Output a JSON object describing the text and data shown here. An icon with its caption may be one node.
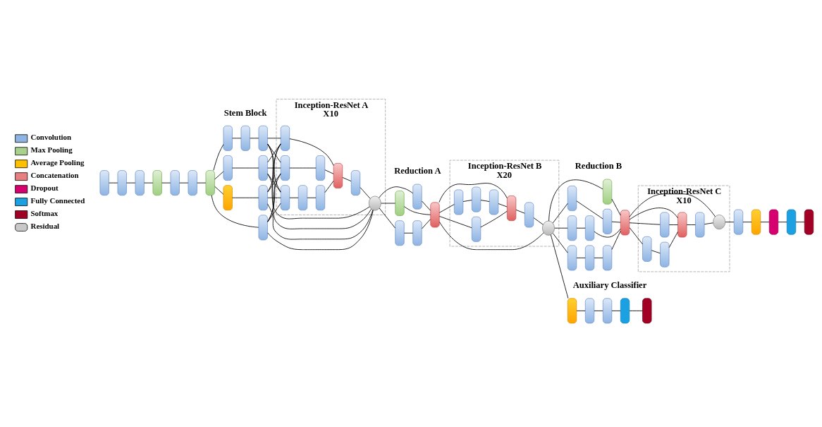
{
  "diagram": {
    "nodes": [
      {
        "text": [],
        "shape": "box"
      },
      {
        "text": [],
        "shape": "box"
      },
      {
        "text": [],
        "shape": "box"
      },
      {
        "text": [],
        "shape": "box"
      },
      {
        "text": [],
        "shape": "box"
      },
      {
        "text": [],
        "shape": "box"
      },
      {
        "text": [],
        "shape": "box"
      },
      {
        "text": [],
        "shape": "box"
      },
      {
        "text": [],
        "shape": "box"
      },
      {
        "text": [],
        "shape": "box"
      },
      {
        "text": [],
        "shape": "box"
      },
      {
        "text": [],
        "shape": "box"
      },
      {
        "text": [],
        "shape": "box"
      },
      {
        "text": [],
        "shape": "box"
      },
      {
        "text": [],
        "shape": "box"
      },
      {
        "text": [
          "Inception-ResNet A",
          "X10"
        ]
      },
      {
        "text": [],
        "shape": "box",
        "in": 15
      },
      {
        "text": [],
        "shape": "box",
        "in": 15
      },
      {
        "text": [],
        "shape": "box",
        "in": 15
      },
      {
        "text": [],
        "shape": "box",
        "in": 15
      },
      {
        "text": [],
        "shape": "box",
        "in": 15
      },
      {
        "text": [],
        "shape": "box",
        "in": 15
      },
      {
        "text": [],
        "shape": "box",
        "in": 15
      },
      {
        "text": [],
        "shape": "box",
        "in": 15
      },
      {
        "text": [],
        "shape": "circle",
        "in": 15
      },
      {
        "text": [],
        "shape": "box"
      },
      {
        "text": [],
        "shape": "box"
      },
      {
        "text": [],
        "shape": "box"
      },
      {
        "text": [],
        "shape": "box"
      },
      {
        "text": [],
        "shape": "box"
      },
      {
        "text": [
          "Inception-ResNet B",
          "X20"
        ]
      },
      {
        "text": [],
        "shape": "box",
        "in": 30
      },
      {
        "text": [],
        "shape": "box",
        "in": 30
      },
      {
        "text": [],
        "shape": "box",
        "in": 30
      },
      {
        "text": [],
        "shape": "box",
        "in": 30
      },
      {
        "text": [],
        "shape": "box",
        "in": 30
      },
      {
        "text": [],
        "shape": "box",
        "in": 30
      },
      {
        "text": [],
        "shape": "circle",
        "in": 30
      },
      {
        "text": [],
        "shape": "box"
      },
      {
        "text": [],
        "shape": "box"
      },
      {
        "text": [],
        "shape": "box"
      },
      {
        "text": [],
        "shape": "box"
      },
      {
        "text": [],
        "shape": "box"
      },
      {
        "text": [],
        "shape": "box"
      },
      {
        "text": [],
        "shape": "box"
      },
      {
        "text": [],
        "shape": "box"
      },
      {
        "text": [],
        "shape": "box"
      },
      {
        "text": [
          "Inception-ResNet C",
          "X10"
        ]
      },
      {
        "text": [],
        "shape": "box",
        "in": 47
      },
      {
        "text": [],
        "shape": "box",
        "in": 47
      },
      {
        "text": [],
        "shape": "box",
        "in": 47
      },
      {
        "text": [],
        "shape": "box",
        "in": 47
      },
      {
        "text": [],
        "shape": "box",
        "in": 47
      },
      {
        "text": [],
        "shape": "circle",
        "in": 47
      },
      {
        "text": [],
        "shape": "box"
      },
      {
        "text": [],
        "shape": "box"
      },
      {
        "text": [],
        "shape": "box"
      },
      {
        "text": [],
        "shape": "box"
      },
      {
        "text": [],
        "shape": "box"
      },
      {
        "text": [],
        "shape": "box"
      },
      {
        "text": [],
        "shape": "box"
      },
      {
        "text": [],
        "shape": "box"
      },
      {
        "text": [],
        "shape": "box"
      },
      {
        "text": [],
        "shape": "box"
      }
    ],
    "edges": [
      {
        "from": 0,
        "to": 1,
        "arrow": "none"
      },
      {
        "from": 1,
        "to": 2,
        "arrow": "none"
      },
      {
        "from": 2,
        "to": 3,
        "arrow": "none"
      },
      {
        "from": 3,
        "to": 4,
        "arrow": "none"
      },
      {
        "from": 4,
        "to": 5,
        "arrow": "none"
      },
      {
        "from": 5,
        "to": 6,
        "arrow": "none"
      },
      {
        "from": 6,
        "to": 7,
        "arrow": "none"
      },
      {
        "from": 6,
        "to": 8,
        "arrow": "none"
      },
      {
        "from": 8,
        "to": 9,
        "arrow": "none"
      },
      {
        "from": 6,
        "to": 10,
        "arrow": "none"
      },
      {
        "from": 10,
        "to": 11,
        "arrow": "none"
      },
      {
        "from": 11,
        "to": 12,
        "arrow": "none"
      },
      {
        "from": 6,
        "to": 13,
        "arrow": "none"
      },
      {
        "from": 13,
        "to": 14,
        "arrow": "none"
      },
      {
        "from": 7,
        "to": 16,
        "arrow": "none"
      },
      {
        "from": 7,
        "to": 17,
        "arrow": "none"
      },
      {
        "from": 7,
        "to": 19,
        "arrow": "none"
      },
      {
        "from": 7,
        "to": 24,
        "arrow": "none"
      },
      {
        "from": 9,
        "to": 16,
        "arrow": "none"
      },
      {
        "from": 9,
        "to": 17,
        "arrow": "none"
      },
      {
        "from": 9,
        "to": 19,
        "arrow": "none"
      },
      {
        "from": 9,
        "to": 24,
        "arrow": "none"
      },
      {
        "from": 12,
        "to": 16,
        "arrow": "none"
      },
      {
        "from": 12,
        "to": 17,
        "arrow": "none"
      },
      {
        "from": 12,
        "to": 19,
        "arrow": "none"
      },
      {
        "from": 12,
        "to": 24,
        "arrow": "none"
      },
      {
        "from": 14,
        "to": 16,
        "arrow": "none"
      },
      {
        "from": 14,
        "to": 17,
        "arrow": "none"
      },
      {
        "from": 14,
        "to": 19,
        "arrow": "none"
      },
      {
        "from": 14,
        "to": 24,
        "arrow": "none"
      },
      {
        "from": 16,
        "to": 22,
        "arrow": "none"
      },
      {
        "from": 17,
        "to": 18,
        "arrow": "none"
      },
      {
        "from": 18,
        "to": 22,
        "arrow": "none"
      },
      {
        "from": 19,
        "to": 20,
        "arrow": "none"
      },
      {
        "from": 20,
        "to": 21,
        "arrow": "none"
      },
      {
        "from": 21,
        "to": 22,
        "arrow": "none"
      },
      {
        "from": 22,
        "to": 23,
        "arrow": "none"
      },
      {
        "from": 23,
        "to": 24,
        "arrow": "none"
      },
      {
        "from": 24,
        "to": 25,
        "arrow": "none"
      },
      {
        "from": 24,
        "to": 26,
        "arrow": "none"
      },
      {
        "from": 24,
        "to": 28,
        "arrow": "none"
      },
      {
        "from": 25,
        "to": 29,
        "arrow": "none"
      },
      {
        "from": 26,
        "to": 27,
        "arrow": "none"
      },
      {
        "from": 27,
        "to": 29,
        "arrow": "none"
      },
      {
        "from": 28,
        "to": 29,
        "arrow": "none"
      },
      {
        "from": 29,
        "to": 31,
        "arrow": "none"
      },
      {
        "from": 29,
        "to": 35,
        "arrow": "none"
      },
      {
        "from": 29,
        "to": 32,
        "arrow": "none"
      },
      {
        "from": 29,
        "to": 37,
        "arrow": "none"
      },
      {
        "from": 31,
        "to": 35,
        "arrow": "none"
      },
      {
        "from": 32,
        "to": 33,
        "arrow": "none"
      },
      {
        "from": 33,
        "to": 34,
        "arrow": "none"
      },
      {
        "from": 34,
        "to": 35,
        "arrow": "none"
      },
      {
        "from": 35,
        "to": 36,
        "arrow": "none"
      },
      {
        "from": 36,
        "to": 37,
        "arrow": "none"
      },
      {
        "from": 37,
        "to": 38,
        "arrow": "none"
      },
      {
        "from": 37,
        "to": 40,
        "arrow": "none"
      },
      {
        "from": 37,
        "to": 42,
        "arrow": "none"
      },
      {
        "from": 37,
        "to": 45,
        "arrow": "none"
      },
      {
        "from": 37,
        "to": 59,
        "arrow": "none"
      },
      {
        "from": 38,
        "to": 39,
        "arrow": "none"
      },
      {
        "from": 39,
        "to": 46,
        "arrow": "none"
      },
      {
        "from": 40,
        "to": 41,
        "arrow": "none"
      },
      {
        "from": 41,
        "to": 46,
        "arrow": "none"
      },
      {
        "from": 42,
        "to": 43,
        "arrow": "none"
      },
      {
        "from": 43,
        "to": 44,
        "arrow": "none"
      },
      {
        "from": 44,
        "to": 46,
        "arrow": "none"
      },
      {
        "from": 45,
        "to": 46,
        "arrow": "none"
      },
      {
        "from": 46,
        "to": 48,
        "arrow": "none"
      },
      {
        "from": 46,
        "to": 51,
        "arrow": "none"
      },
      {
        "from": 46,
        "to": 49,
        "arrow": "none"
      },
      {
        "from": 46,
        "to": 53,
        "arrow": "none"
      },
      {
        "from": 48,
        "to": 51,
        "arrow": "none"
      },
      {
        "from": 49,
        "to": 50,
        "arrow": "none"
      },
      {
        "from": 50,
        "to": 51,
        "arrow": "none"
      },
      {
        "from": 51,
        "to": 52,
        "arrow": "none"
      },
      {
        "from": 52,
        "to": 53,
        "arrow": "none"
      },
      {
        "from": 53,
        "to": 54,
        "arrow": "none"
      },
      {
        "from": 54,
        "to": 55,
        "arrow": "none"
      },
      {
        "from": 55,
        "to": 56,
        "arrow": "none"
      },
      {
        "from": 56,
        "to": 57,
        "arrow": "none"
      },
      {
        "from": 57,
        "to": 58,
        "arrow": "none"
      },
      {
        "from": 59,
        "to": 60,
        "arrow": "none"
      },
      {
        "from": 60,
        "to": 61,
        "arrow": "none"
      },
      {
        "from": 61,
        "to": 62,
        "arrow": "none"
      },
      {
        "from": 62,
        "to": 63,
        "arrow": "none"
      }
    ],
    "labels": [
      "Stem Block",
      "Reduction A",
      "Reduction B",
      "Auxiliary Classifier"
    ],
    "legend": [
      {
        "text": "Convolution",
        "color": "#8eb4e3"
      },
      {
        "text": "Max Pooling",
        "color": "#a9d18e"
      },
      {
        "text": "Average Pooling",
        "color": "#ffc000"
      },
      {
        "text": "Concatenation",
        "color": "#e98080"
      },
      {
        "text": "Dropout",
        "color": "#d6006f"
      },
      {
        "text": "Fully Connected",
        "color": "#1ba1e2"
      },
      {
        "text": "Softmax",
        "color": "#a20025"
      },
      {
        "text": "Residual",
        "color": "#c8c8c8"
      }
    ]
  }
}
